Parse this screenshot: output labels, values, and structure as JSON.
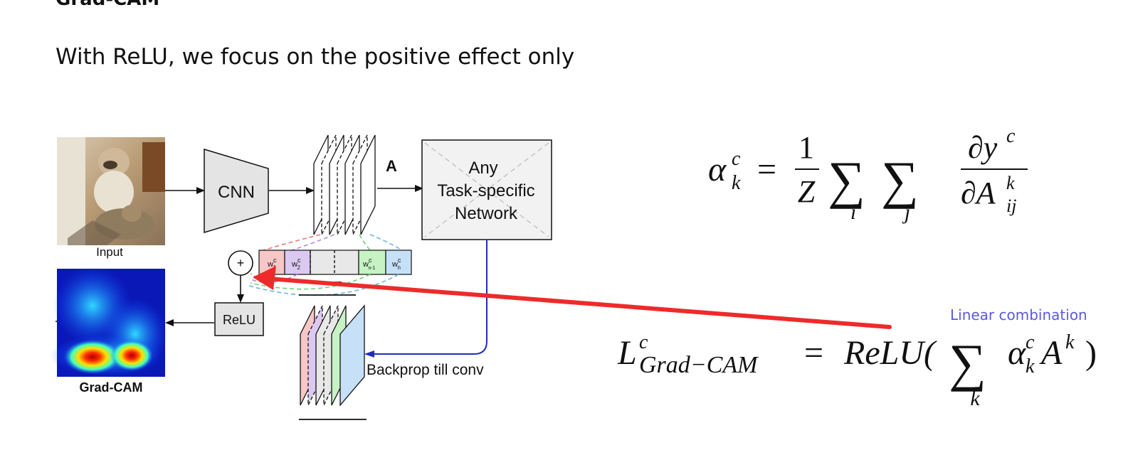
{
  "heading": "Grad-CAM",
  "subtitle": "With ReLU, we focus on the positive effect only",
  "figure": {
    "input_label": "Input",
    "cnn_label": "CNN",
    "feature_label": "A",
    "task_network": [
      "Any",
      "Task-specific",
      "Network"
    ],
    "weights": {
      "w1": "w",
      "w1_sup": "c",
      "w1_sub": "1",
      "w2": "w",
      "w2_sup": "c",
      "w2_sub": "2",
      "wn1": "w",
      "wn1_sup": "c",
      "wn1_sub": "n-1",
      "wn": "w",
      "wn_sup": "c",
      "wn_sub": "n"
    },
    "plus_symbol": "+",
    "relu_label": "ReLU",
    "gradcam_label": "Grad-CAM",
    "backprop_label": "Backprop till conv"
  },
  "equation1": {
    "alpha": "α",
    "alpha_sup": "c",
    "alpha_sub": "k",
    "eq": "=",
    "num": "1",
    "den": "Z",
    "sum": "∑",
    "sum1_sub": "i",
    "sum2_sub": "j",
    "partial_num": "∂y",
    "partial_num_sup": "c",
    "partial_den": "∂A",
    "partial_den_sup": "k",
    "partial_den_sub": "ij"
  },
  "annotation": "Linear combination",
  "equation2": {
    "L": "L",
    "L_sup": "c",
    "L_sub": "Grad−CAM",
    "eq": "=",
    "relu": "ReLU(",
    "sum": "∑",
    "sum_sub": "k",
    "alpha": "α",
    "alpha_sup": "c",
    "alpha_sub": "k",
    "A": "A",
    "A_sup": "k",
    "close": ")"
  },
  "colors": {
    "red_arrow": "#ee2a2a",
    "blue_arrow": "#1f2fb4",
    "annotation": "#5a5adf",
    "block_fill": "#e4e4e4"
  }
}
